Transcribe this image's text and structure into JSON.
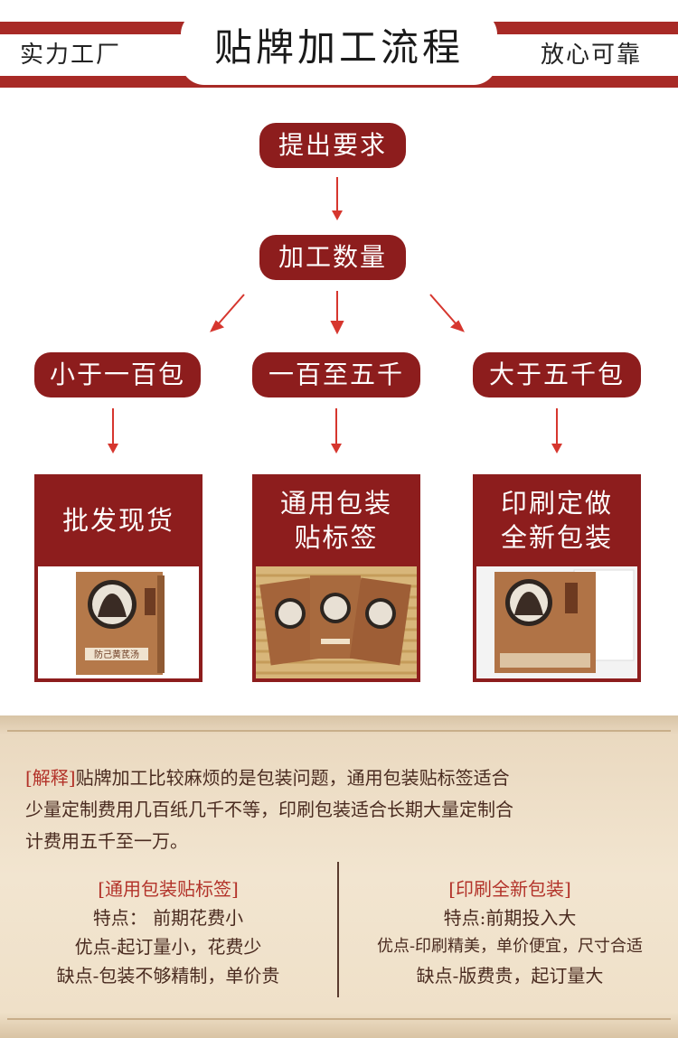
{
  "header": {
    "left": "实力工厂",
    "title": "贴牌加工流程",
    "right": "放心可靠"
  },
  "flow": {
    "step1": "提出要求",
    "step2": "加工数量",
    "branches": [
      {
        "label": "小于一百包",
        "card_lines": [
          "批发现货"
        ]
      },
      {
        "label": "一百至五千",
        "card_lines": [
          "通用包装",
          "贴标签"
        ]
      },
      {
        "label": "大于五千包",
        "card_lines": [
          "印刷定做",
          "全新包装"
        ]
      }
    ]
  },
  "product": {
    "box_text": "防己黄芪汤"
  },
  "notes": {
    "explain_tag": "[解释]",
    "explain_lines": [
      "贴牌加工比较麻烦的是包装问题，通用包装贴标签适合",
      "少量定制费用几百纸几千不等，印刷包装适合长期大量定制合",
      "计费用五千至一万。"
    ],
    "left": {
      "title": "[通用包装贴标签]",
      "lines": [
        "特点：   前期花费小",
        "优点-起订量小，花费少",
        "缺点-包装不够精制，单价贵"
      ]
    },
    "right": {
      "title": "[印刷全新包装]",
      "lines": [
        "特点:前期投入大",
        "优点-印刷精美，单价便宜，尺寸合适",
        "缺点-版费贵，起订量大"
      ]
    }
  },
  "colors": {
    "brand_red": "#a82a26",
    "pill_red": "#8d1d1d",
    "arrow_red": "#d6362e"
  }
}
